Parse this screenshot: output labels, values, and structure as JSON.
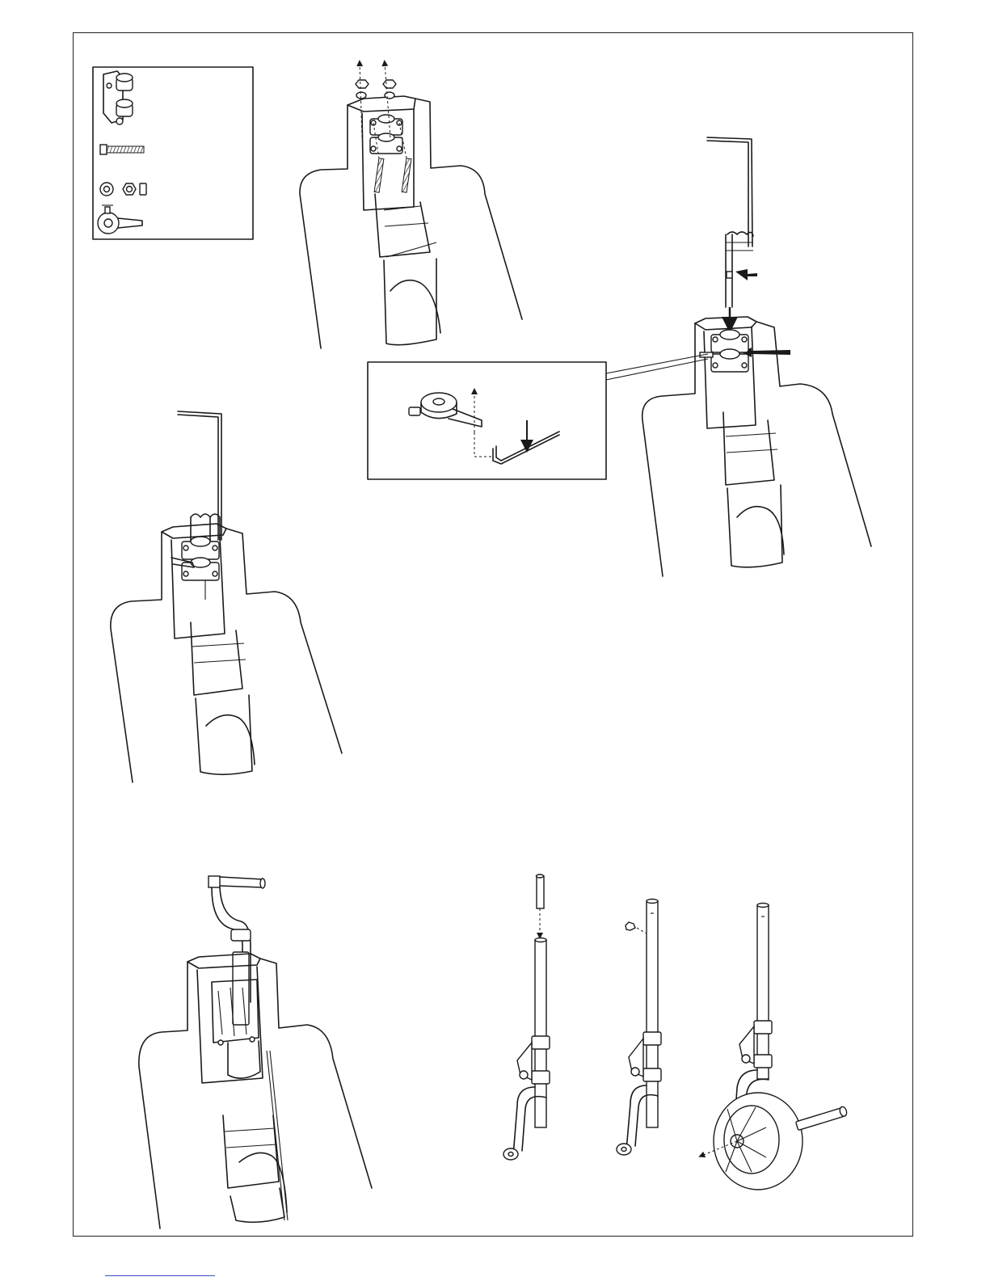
{
  "page": {
    "title": "",
    "parts_legend": {
      "items": [
        {
          "icon": "bearing-block-icon"
        },
        {
          "icon": "bolt-icon"
        },
        {
          "icon": "washer-icon"
        },
        {
          "icon": "nut-icon"
        },
        {
          "icon": "collar-icon"
        },
        {
          "icon": "steering-arm-icon"
        }
      ]
    },
    "steps": [
      {
        "name": "step-mount-bearing-blocks"
      },
      {
        "name": "step-insert-strut-with-arm"
      },
      {
        "name": "step-strut-installed"
      },
      {
        "name": "step-retract-unit-installed"
      },
      {
        "name": "step-assemble-strut-and-wheel"
      }
    ],
    "colors": {
      "line": "#1a1a1a",
      "paper": "#ffffff",
      "footer_rule": "#3b4ac4"
    }
  }
}
